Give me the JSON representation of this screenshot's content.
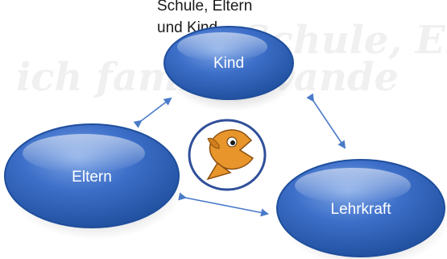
{
  "intro_text": {
    "line1": "Schule, Eltern",
    "line2": "und Kind."
  },
  "nodes": {
    "kind": "Kind",
    "eltern": "Eltern",
    "lehrkraft": "Lehrkraft"
  },
  "watermark": {
    "line1": "Schule, Eltern, Kind",
    "line2": "ich familie wande"
  },
  "colors": {
    "node_fill": "#3d6fc9",
    "node_highlight": "#7fa6e6",
    "node_dark": "#1f4e9c",
    "arrow": "#4a7bc8",
    "logo_ring": "#2f4f9a",
    "fish_body": "#e8962c",
    "fish_outline": "#8a4f10",
    "watermark": "#f0f0f0"
  },
  "icons": {
    "center_logo": "fish-icon"
  }
}
